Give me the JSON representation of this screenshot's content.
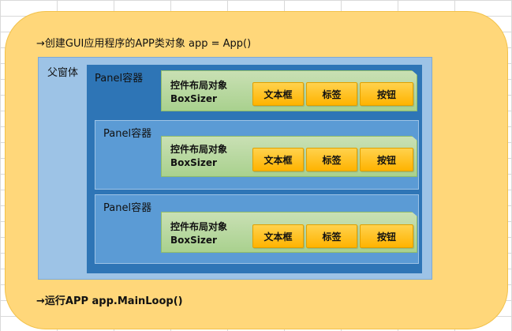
{
  "app": {
    "title": "→创建GUI应用程序的APP类对象  app = App()",
    "run": "→运行APP    app.MainLoop()"
  },
  "parent_window": {
    "label": "父窗体"
  },
  "panels": [
    {
      "label": "Panel容器",
      "sizer": [
        "控件布局对象",
        "BoxSizer"
      ],
      "widgets": [
        "文本框",
        "标签",
        "按钮"
      ]
    },
    {
      "label": "Panel容器",
      "sizer": [
        "控件布局对象",
        "BoxSizer"
      ],
      "widgets": [
        "文本框",
        "标签",
        "按钮"
      ]
    },
    {
      "label": "Panel容器",
      "sizer": [
        "控件布局对象",
        "BoxSizer"
      ],
      "widgets": [
        "文本框",
        "标签",
        "按钮"
      ]
    }
  ],
  "colors": {
    "app_box": "#ffd77a",
    "parent_window": "#9dc3e6",
    "panel_outer": "#2e75b6",
    "panel": "#5b9bd5",
    "sizer": "#a9d18e",
    "widget": "#ffc000"
  }
}
